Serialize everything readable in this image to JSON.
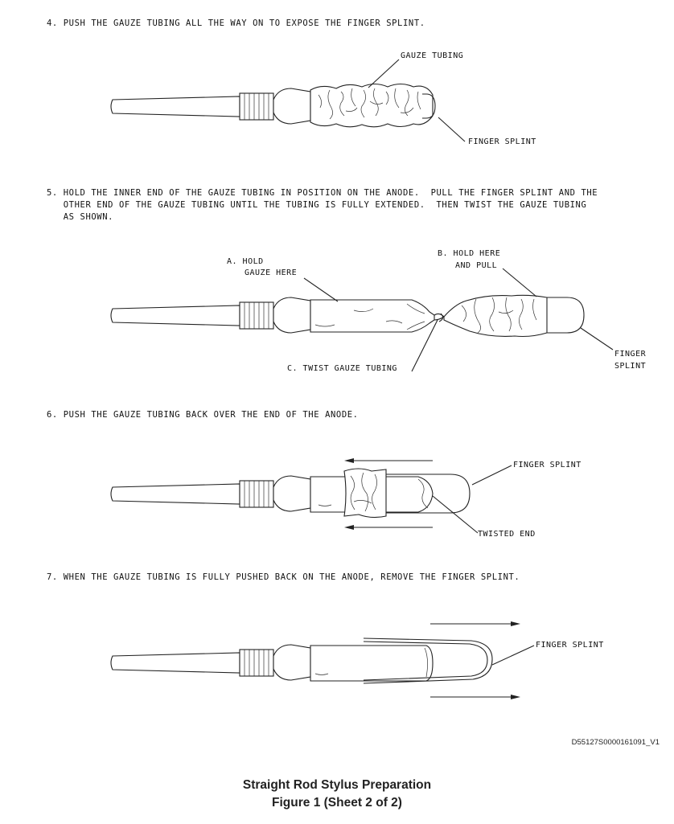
{
  "steps": [
    {
      "text": "4. PUSH THE GAUZE TUBING ALL THE WAY ON TO EXPOSE THE FINGER SPLINT."
    },
    {
      "text": "5. HOLD THE INNER END OF THE GAUZE TUBING IN POSITION ON THE ANODE.  PULL THE FINGER SPLINT AND THE\n   OTHER END OF THE GAUZE TUBING UNTIL THE TUBING IS FULLY EXTENDED.  THEN TWIST THE GAUZE TUBING\n   AS SHOWN."
    },
    {
      "text": "6. PUSH THE GAUZE TUBING BACK OVER THE END OF THE ANODE."
    },
    {
      "text": "7. WHEN THE GAUZE TUBING IS FULLY PUSHED BACK ON THE ANODE, REMOVE THE FINGER SPLINT."
    }
  ],
  "labels": {
    "gauze_tubing": "GAUZE TUBING",
    "finger_splint": "FINGER SPLINT",
    "hold_gauze_1": "A. HOLD",
    "hold_gauze_2": "GAUZE HERE",
    "hold_pull_1": "B. HOLD HERE",
    "hold_pull_2": "AND PULL",
    "twist": "C. TWIST GAUZE TUBING",
    "finger_1": "FINGER",
    "finger_2": "SPLINT",
    "twisted_end": "TWISTED END"
  },
  "doc_id": "D55127S0000161091_V1",
  "caption": {
    "title": "Straight Rod Stylus Preparation",
    "figure": "Figure 1  (Sheet 2 of 2)"
  }
}
